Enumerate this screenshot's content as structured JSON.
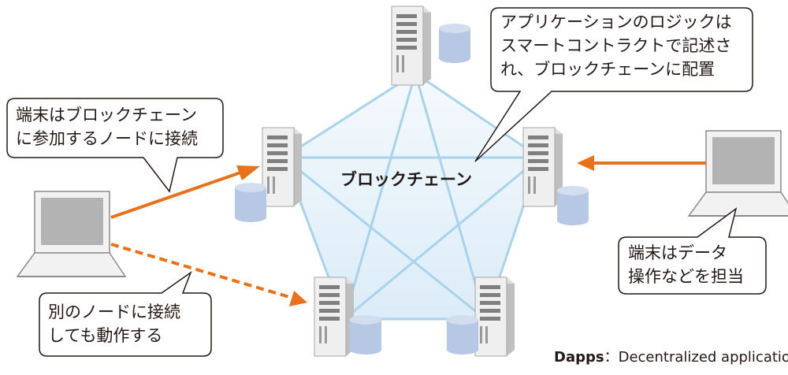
{
  "blockchain_label": "ブロックチェーン",
  "callouts": {
    "top_right": {
      "lines": [
        "アプリケーションのロジックは",
        "スマートコントラクトで記述さ",
        "れ、ブロックチェーンに配置"
      ]
    },
    "top_left": {
      "lines": [
        "端末はブロックチェーン",
        "に参加するノードに接続"
      ]
    },
    "bottom_left": {
      "lines": [
        "別のノードに接続",
        "しても動作する"
      ]
    },
    "bottom_right": {
      "lines": [
        "端末はデータ",
        "操作などを担当"
      ]
    }
  },
  "footnote": {
    "term": "Dapps",
    "separator": "：",
    "definition": "Decentralized applications"
  },
  "colors": {
    "arrow": "#e8711a",
    "network_line": "#a9d2ec",
    "network_fill": "#e9f4fb",
    "database": "#b7c8e4"
  }
}
